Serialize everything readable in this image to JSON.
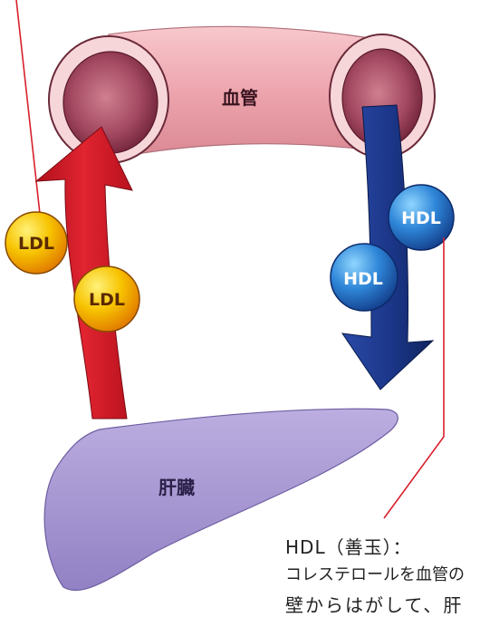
{
  "diagram": {
    "vessel_label": "血管",
    "liver_label": "肝臓",
    "ldl_balls": [
      "LDL",
      "LDL"
    ],
    "hdl_balls": [
      "HDL",
      "HDL"
    ],
    "caption_lines": [
      "HDL（善玉）：",
      "コレステロールを血管の",
      "壁からはがして、肝"
    ]
  },
  "colors": {
    "vessel": "#e8a0a8",
    "vessel_lumen": "#a84860",
    "red_arrow": "#d8202c",
    "blue_arrow": "#1e3a8a",
    "ldl_ball": "#f5b800",
    "hdl_ball": "#2a78d0",
    "liver": "#a898d0",
    "pointer_line": "#d8202c"
  }
}
